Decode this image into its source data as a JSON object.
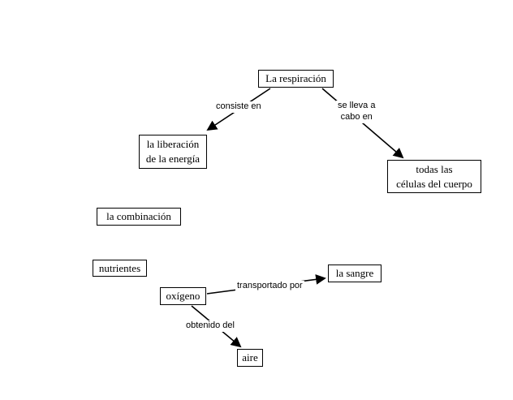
{
  "diagram": {
    "nodes": {
      "respiracion": {
        "label": "La respiración"
      },
      "liberacion": {
        "line1": "la liberación",
        "line2": "de la energía"
      },
      "celulas": {
        "line1": "todas las",
        "line2": "células del cuerpo"
      },
      "combinacion": {
        "label": "la combinación"
      },
      "nutrientes": {
        "label": "nutrientes"
      },
      "oxigeno": {
        "label": "oxígeno"
      },
      "sangre": {
        "label": "la sangre"
      },
      "aire": {
        "label": "aire"
      }
    },
    "links": {
      "consiste_en": {
        "label": "consiste en"
      },
      "se_lleva": {
        "line1": "se lleva a",
        "line2": "cabo en"
      },
      "transportado_por": {
        "label": "transportado por"
      },
      "obtenido_del": {
        "label": "obtenido del"
      }
    },
    "colors": {
      "node_border": "#000000",
      "node_background": "#ffffff",
      "text": "#000000",
      "canvas_background": "#ffffff"
    }
  }
}
